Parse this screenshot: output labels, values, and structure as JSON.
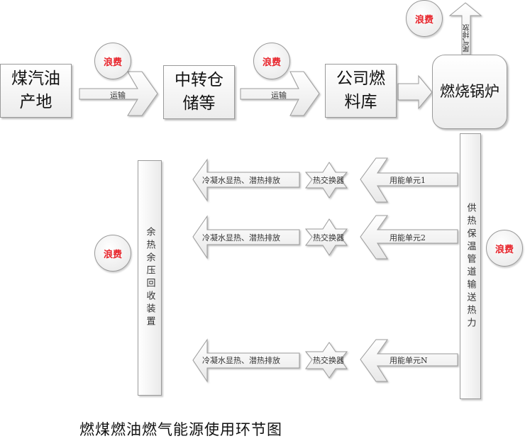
{
  "title": "燃煤燃油燃气能源使用环节图",
  "nodes": {
    "source": "煤汽油产地",
    "source_lines": [
      "煤汽油",
      "产地"
    ],
    "transfer": "中转仓储等",
    "transfer_lines": [
      "中转仓",
      "储等"
    ],
    "company_store": "公司燃料库",
    "company_store_lines": [
      "公司燃",
      "料库"
    ],
    "boiler": "燃烧锅炉"
  },
  "arrows": {
    "transport_1": "运输",
    "transport_2": "运输",
    "exhaust": "尾气排放"
  },
  "waste_label": "浪费",
  "pipeline": "供热保温管道输送热力",
  "recovery": "余热余压回收装置",
  "units": [
    {
      "name": "用能单元1",
      "exchanger": "热交换器",
      "output": "冷凝水显热、潜热排放"
    },
    {
      "name": "用能单元2",
      "exchanger": "热交换器",
      "output": "冷凝水显热、潜热排放"
    },
    {
      "name": "用能单元N",
      "exchanger": "热交换器",
      "output": "冷凝水显热、潜热排放"
    }
  ],
  "colors": {
    "waste_text": "#e8232a",
    "border": "#9a9a9a",
    "fill": "#f2f2f2"
  }
}
